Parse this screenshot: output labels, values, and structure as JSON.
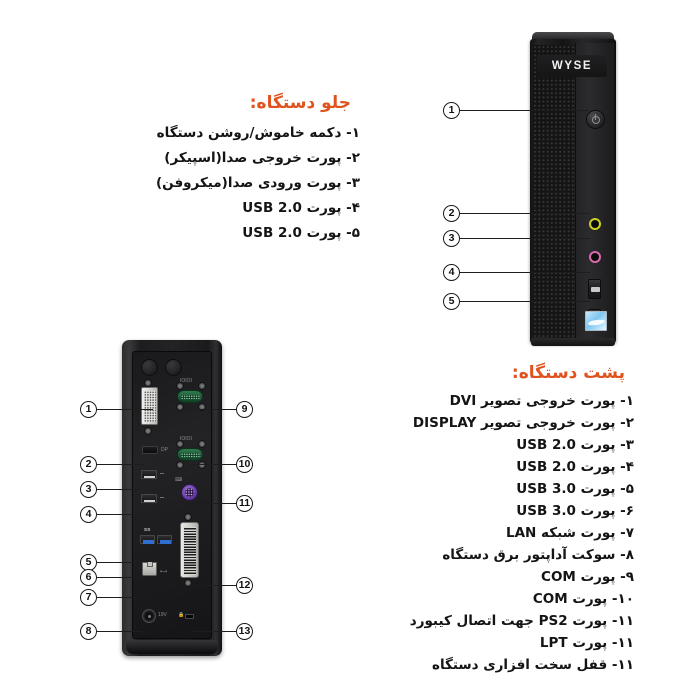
{
  "page": {
    "language": "fa",
    "background": "#ffffff",
    "heading_color": "#E0531F",
    "text_color": "#141414"
  },
  "front": {
    "title": "جلو دستگاه:",
    "brand": "WYSE",
    "items": [
      {
        "num": "1",
        "label": "۱- دکمه خاموش/روشن دستگاه"
      },
      {
        "num": "2",
        "label": "۲-  پورت خروجی صدا(اسپیکر)"
      },
      {
        "num": "3",
        "label": "۳-  پورت ورودی صدا(میکروفن)"
      },
      {
        "num": "4",
        "label": "۴- پورت USB 2.0"
      },
      {
        "num": "5",
        "label": "۵- پورت USB 2.0"
      }
    ],
    "callouts": [
      {
        "num": "1",
        "name": "power-button"
      },
      {
        "num": "2",
        "name": "audio-out-jack"
      },
      {
        "num": "3",
        "name": "mic-in-jack"
      },
      {
        "num": "4",
        "name": "usb-2-0-port-upper"
      },
      {
        "num": "5",
        "name": "usb-2-0-port-lower"
      }
    ]
  },
  "back": {
    "title": "پشت دستگاه:",
    "items": [
      {
        "num": "1",
        "label": "۱- پورت خروجی تصویر DVI"
      },
      {
        "num": "2",
        "label": "۲- پورت خروجی تصویر DISPLAY"
      },
      {
        "num": "3",
        "label": "۳- پورت USB 2.0"
      },
      {
        "num": "4",
        "label": "۴- پورت USB 2.0"
      },
      {
        "num": "5",
        "label": "۵- پورت USB 3.0"
      },
      {
        "num": "6",
        "label": "۶- پورت USB 3.0"
      },
      {
        "num": "7",
        "label": "۷- پورت شبکه LAN"
      },
      {
        "num": "8",
        "label": "۸-  سوکت آداپتور برق دستگاه"
      },
      {
        "num": "9",
        "label": "۹- پورت COM"
      },
      {
        "num": "10",
        "label": "۱۰- پورت COM"
      },
      {
        "num": "11",
        "label": "۱۱- پورت PS2 جهت اتصال کیبورد"
      },
      {
        "num": "12",
        "label": "۱۱- پورت LPT"
      },
      {
        "num": "13",
        "label": "۱۱- قفل سخت افزاری دستگاه"
      }
    ],
    "callouts": [
      {
        "num": "1",
        "name": "dvi-port"
      },
      {
        "num": "2",
        "name": "displayport"
      },
      {
        "num": "3",
        "name": "usb-2-0-port-upper"
      },
      {
        "num": "4",
        "name": "usb-2-0-port-lower"
      },
      {
        "num": "5",
        "name": "usb-3-0-port-left"
      },
      {
        "num": "6",
        "name": "usb-3-0-port-right"
      },
      {
        "num": "7",
        "name": "lan-port"
      },
      {
        "num": "8",
        "name": "dc-power-jack"
      },
      {
        "num": "9",
        "name": "com-port-upper"
      },
      {
        "num": "10",
        "name": "com-port-lower"
      },
      {
        "num": "11",
        "name": "ps2-port"
      },
      {
        "num": "12",
        "name": "lpt-port"
      },
      {
        "num": "13",
        "name": "kensington-lock-slot"
      }
    ],
    "markings": {
      "usb3_label": "SS",
      "serial_label": "IOIOI"
    }
  }
}
